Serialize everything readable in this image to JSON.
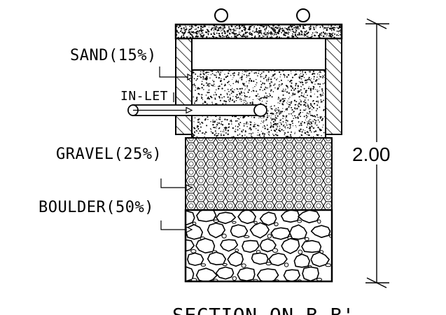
{
  "labels": {
    "sand": "SAND(15%)",
    "inlet": "IN-LET",
    "gravel": "GRAVEL(25%)",
    "boulder": "BOULDER(50%)"
  },
  "dimension": {
    "height": "2.00"
  },
  "section_title": "SECTION ON B-B'",
  "colors": {
    "line": "#000000",
    "background": "#ffffff"
  }
}
